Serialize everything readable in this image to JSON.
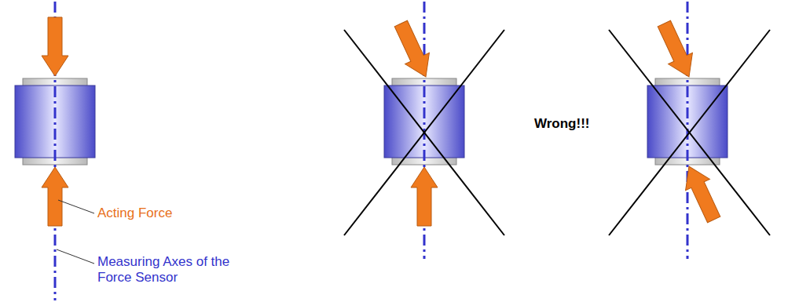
{
  "diagram": {
    "labels": [
      "Acting Force",
      "Measuring Axes of the Force Sensor",
      "Wrong!!!"
    ]
  }
}
